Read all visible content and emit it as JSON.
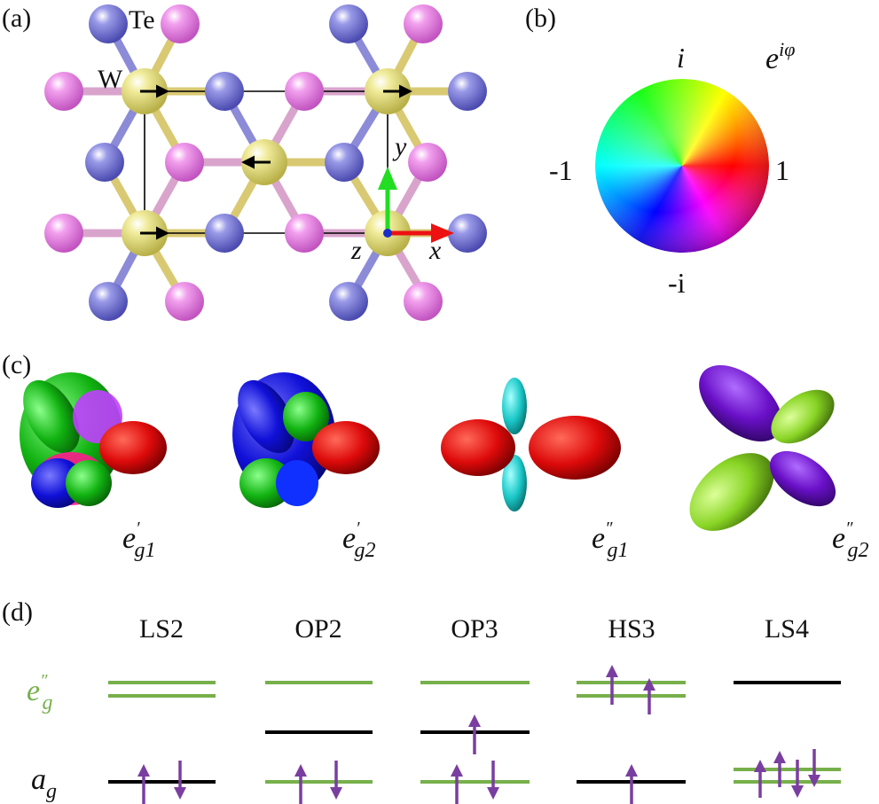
{
  "panels": {
    "a": {
      "label": "(a)",
      "atom_te": "Te",
      "atom_w": "W",
      "axis_x": "x",
      "axis_y": "y",
      "axis_z": "z"
    },
    "b": {
      "label": "(b)",
      "phase_formula": "e^{iφ}",
      "phase_formula_base": "e",
      "phase_formula_exp": "iφ",
      "top": "i",
      "bottom": "-i",
      "left": "-1",
      "right": "1"
    },
    "c": {
      "label": "(c)",
      "orbitals": [
        {
          "base": "e",
          "prime": "′",
          "sub": "g1"
        },
        {
          "base": "e",
          "prime": "′",
          "sub": "g2"
        },
        {
          "base": "e",
          "prime": "″",
          "sub": "g1"
        },
        {
          "base": "e",
          "prime": "″",
          "sub": "g2"
        }
      ]
    },
    "d": {
      "label": "(d)",
      "row_eg": {
        "base": "e",
        "prime": "″",
        "sub": "g"
      },
      "row_ag": {
        "base": "a",
        "sub": "g"
      },
      "configs": [
        {
          "name": "LS2"
        },
        {
          "name": "OP2"
        },
        {
          "name": "OP3"
        },
        {
          "name": "HS3"
        },
        {
          "name": "LS4"
        }
      ]
    }
  },
  "colors": {
    "tellurium": "#ee82e6",
    "tungsten_te_alt": "#7a7ad8",
    "tungsten": "#efe890",
    "bond": "#d4cc6a",
    "level_green": "#77b04b",
    "level_black": "#000000",
    "spin_arrow": "#7a3ea0",
    "axis_x": "#ee1111",
    "axis_y": "#22dd22",
    "axis_z": "#1a2ec8"
  }
}
